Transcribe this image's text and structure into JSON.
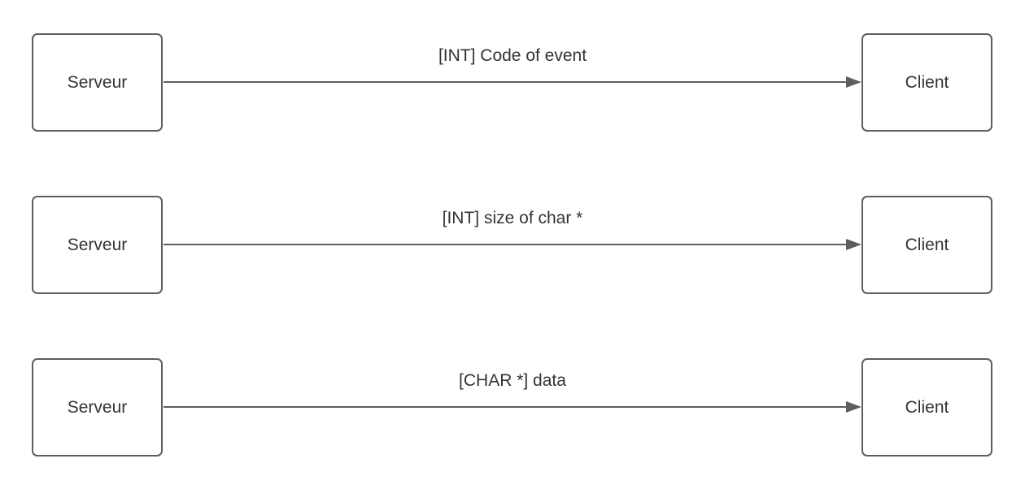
{
  "messages": [
    {
      "from": "Serveur",
      "to": "Client",
      "label": "[INT] Code of event"
    },
    {
      "from": "Serveur",
      "to": "Client",
      "label": "[INT] size of char *"
    },
    {
      "from": "Serveur",
      "to": "Client",
      "label": "[CHAR *] data"
    }
  ],
  "colors": {
    "stroke": "#5e5e5e",
    "text": "#333333",
    "background": "#ffffff"
  }
}
